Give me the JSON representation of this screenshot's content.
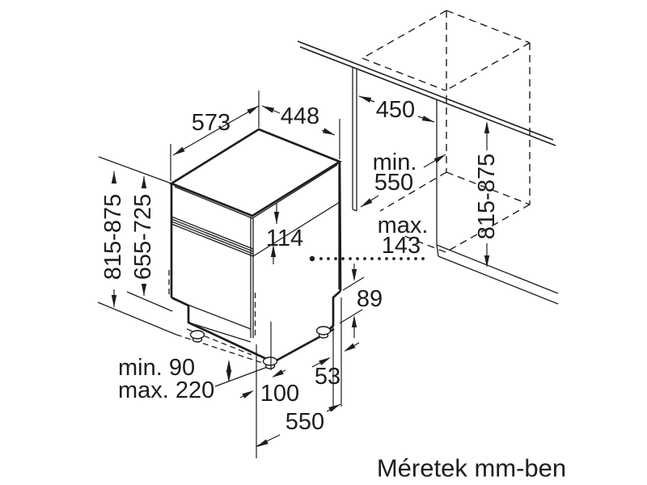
{
  "diagram": {
    "caption": "Méretek mm-ben",
    "labels": {
      "depth_overall": "573",
      "width_overall": "448",
      "niche_width": "450",
      "niche_depth_prefix": "min.",
      "niche_depth_value": "550",
      "appliance_height": "815-875",
      "body_height": "655-725",
      "control_panel_height": "114",
      "outlet_height_prefix": "max.",
      "outlet_height_value": "143",
      "rear_base_height": "89",
      "niche_height": "815-875",
      "plinth_min": "min. 90",
      "plinth_max": "max. 220",
      "plinth_recess": "100",
      "rear_clearance": "53",
      "base_depth": "550"
    }
  }
}
